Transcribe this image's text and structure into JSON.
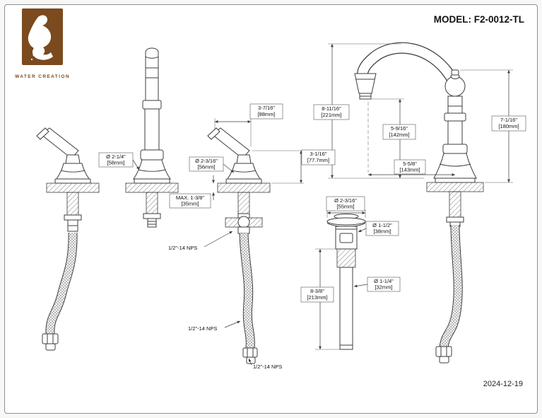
{
  "header": {
    "model": "MODEL: F2-0012-TL"
  },
  "footer": {
    "date": "2024-12-19"
  },
  "logo": {
    "brand": "WATER CREATION"
  },
  "dims": {
    "spout_base_dia": {
      "in": "Ø 2-1/4\"",
      "mm": "[58mm]"
    },
    "handle_width": {
      "in": "3-7/16\"",
      "mm": "[88mm]"
    },
    "handle_height": {
      "in": "3-1/16\"",
      "mm": "[77.7mm]"
    },
    "handle_base_dia": {
      "in": "Ø 2-3/16\"",
      "mm": "[56mm]"
    },
    "deck_thickness": {
      "in": "MAX. 1-3/8\"",
      "mm": "[35mm]"
    },
    "nps": {
      "label": "1/2\"-14 NPS"
    },
    "overall_height": {
      "in": "8-11/16\"",
      "mm": "[221mm]"
    },
    "spout_height": {
      "in": "5-9/16\"",
      "mm": "[142mm]"
    },
    "spout_reach": {
      "in": "5-5/8\"",
      "mm": "[143mm]"
    },
    "spout_top_height": {
      "in": "7-1/16\"",
      "mm": "[180mm]"
    },
    "drain_flange_dia": {
      "in": "Ø 2-3/16\"",
      "mm": "[55mm]"
    },
    "drain_body_dia": {
      "in": "Ø 1-1/2\"",
      "mm": "[38mm]"
    },
    "drain_pipe_dia": {
      "in": "Ø 1-1/4\"",
      "mm": "[32mm]"
    },
    "drain_length": {
      "in": "8-3/8\"",
      "mm": "[213mm]"
    }
  },
  "colors": {
    "logo_brown": "#7b4a1e",
    "line": "#3c3c3c"
  }
}
